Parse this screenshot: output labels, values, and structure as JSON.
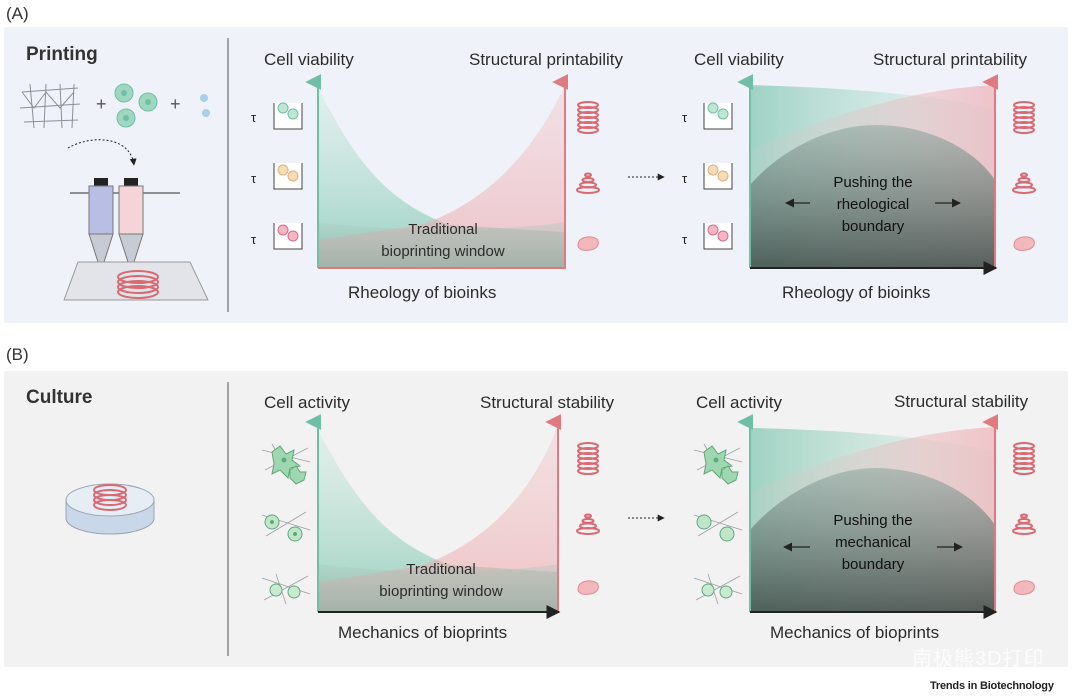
{
  "panel_a": {
    "label": "(A)",
    "title": "Printing",
    "left_chart": {
      "left_axis": "Cell viability",
      "right_axis": "Structural printability",
      "x_axis": "Rheology of bioinks",
      "window_line1": "Traditional",
      "window_line2": "bioprinting window"
    },
    "right_chart": {
      "left_axis": "Cell viability",
      "right_axis": "Structural printability",
      "x_axis": "Rheology of bioinks",
      "push_line1": "Pushing the",
      "push_line2": "rheological",
      "push_line3": "boundary"
    },
    "shear_symbol": "τ"
  },
  "panel_b": {
    "label": "(B)",
    "title": "Culture",
    "left_chart": {
      "left_axis": "Cell activity",
      "right_axis": "Structural stability",
      "x_axis": "Mechanics of bioprints",
      "window_line1": "Traditional",
      "window_line2": "bioprinting window"
    },
    "right_chart": {
      "left_axis": "Cell activity",
      "right_axis": "Structural stability",
      "x_axis": "Mechanics of bioprints",
      "push_line1": "Pushing the",
      "push_line2": "mechanical",
      "push_line3": "boundary"
    }
  },
  "credit": "Trends in Biotechnology",
  "watermark": "南极熊3D打印",
  "colors": {
    "green": "#5fb8a0",
    "red": "#e07a80",
    "panel_a_bg": "#eef2f9",
    "panel_b_bg": "#f2f2f2",
    "dark_gray": "#4f5a57"
  }
}
